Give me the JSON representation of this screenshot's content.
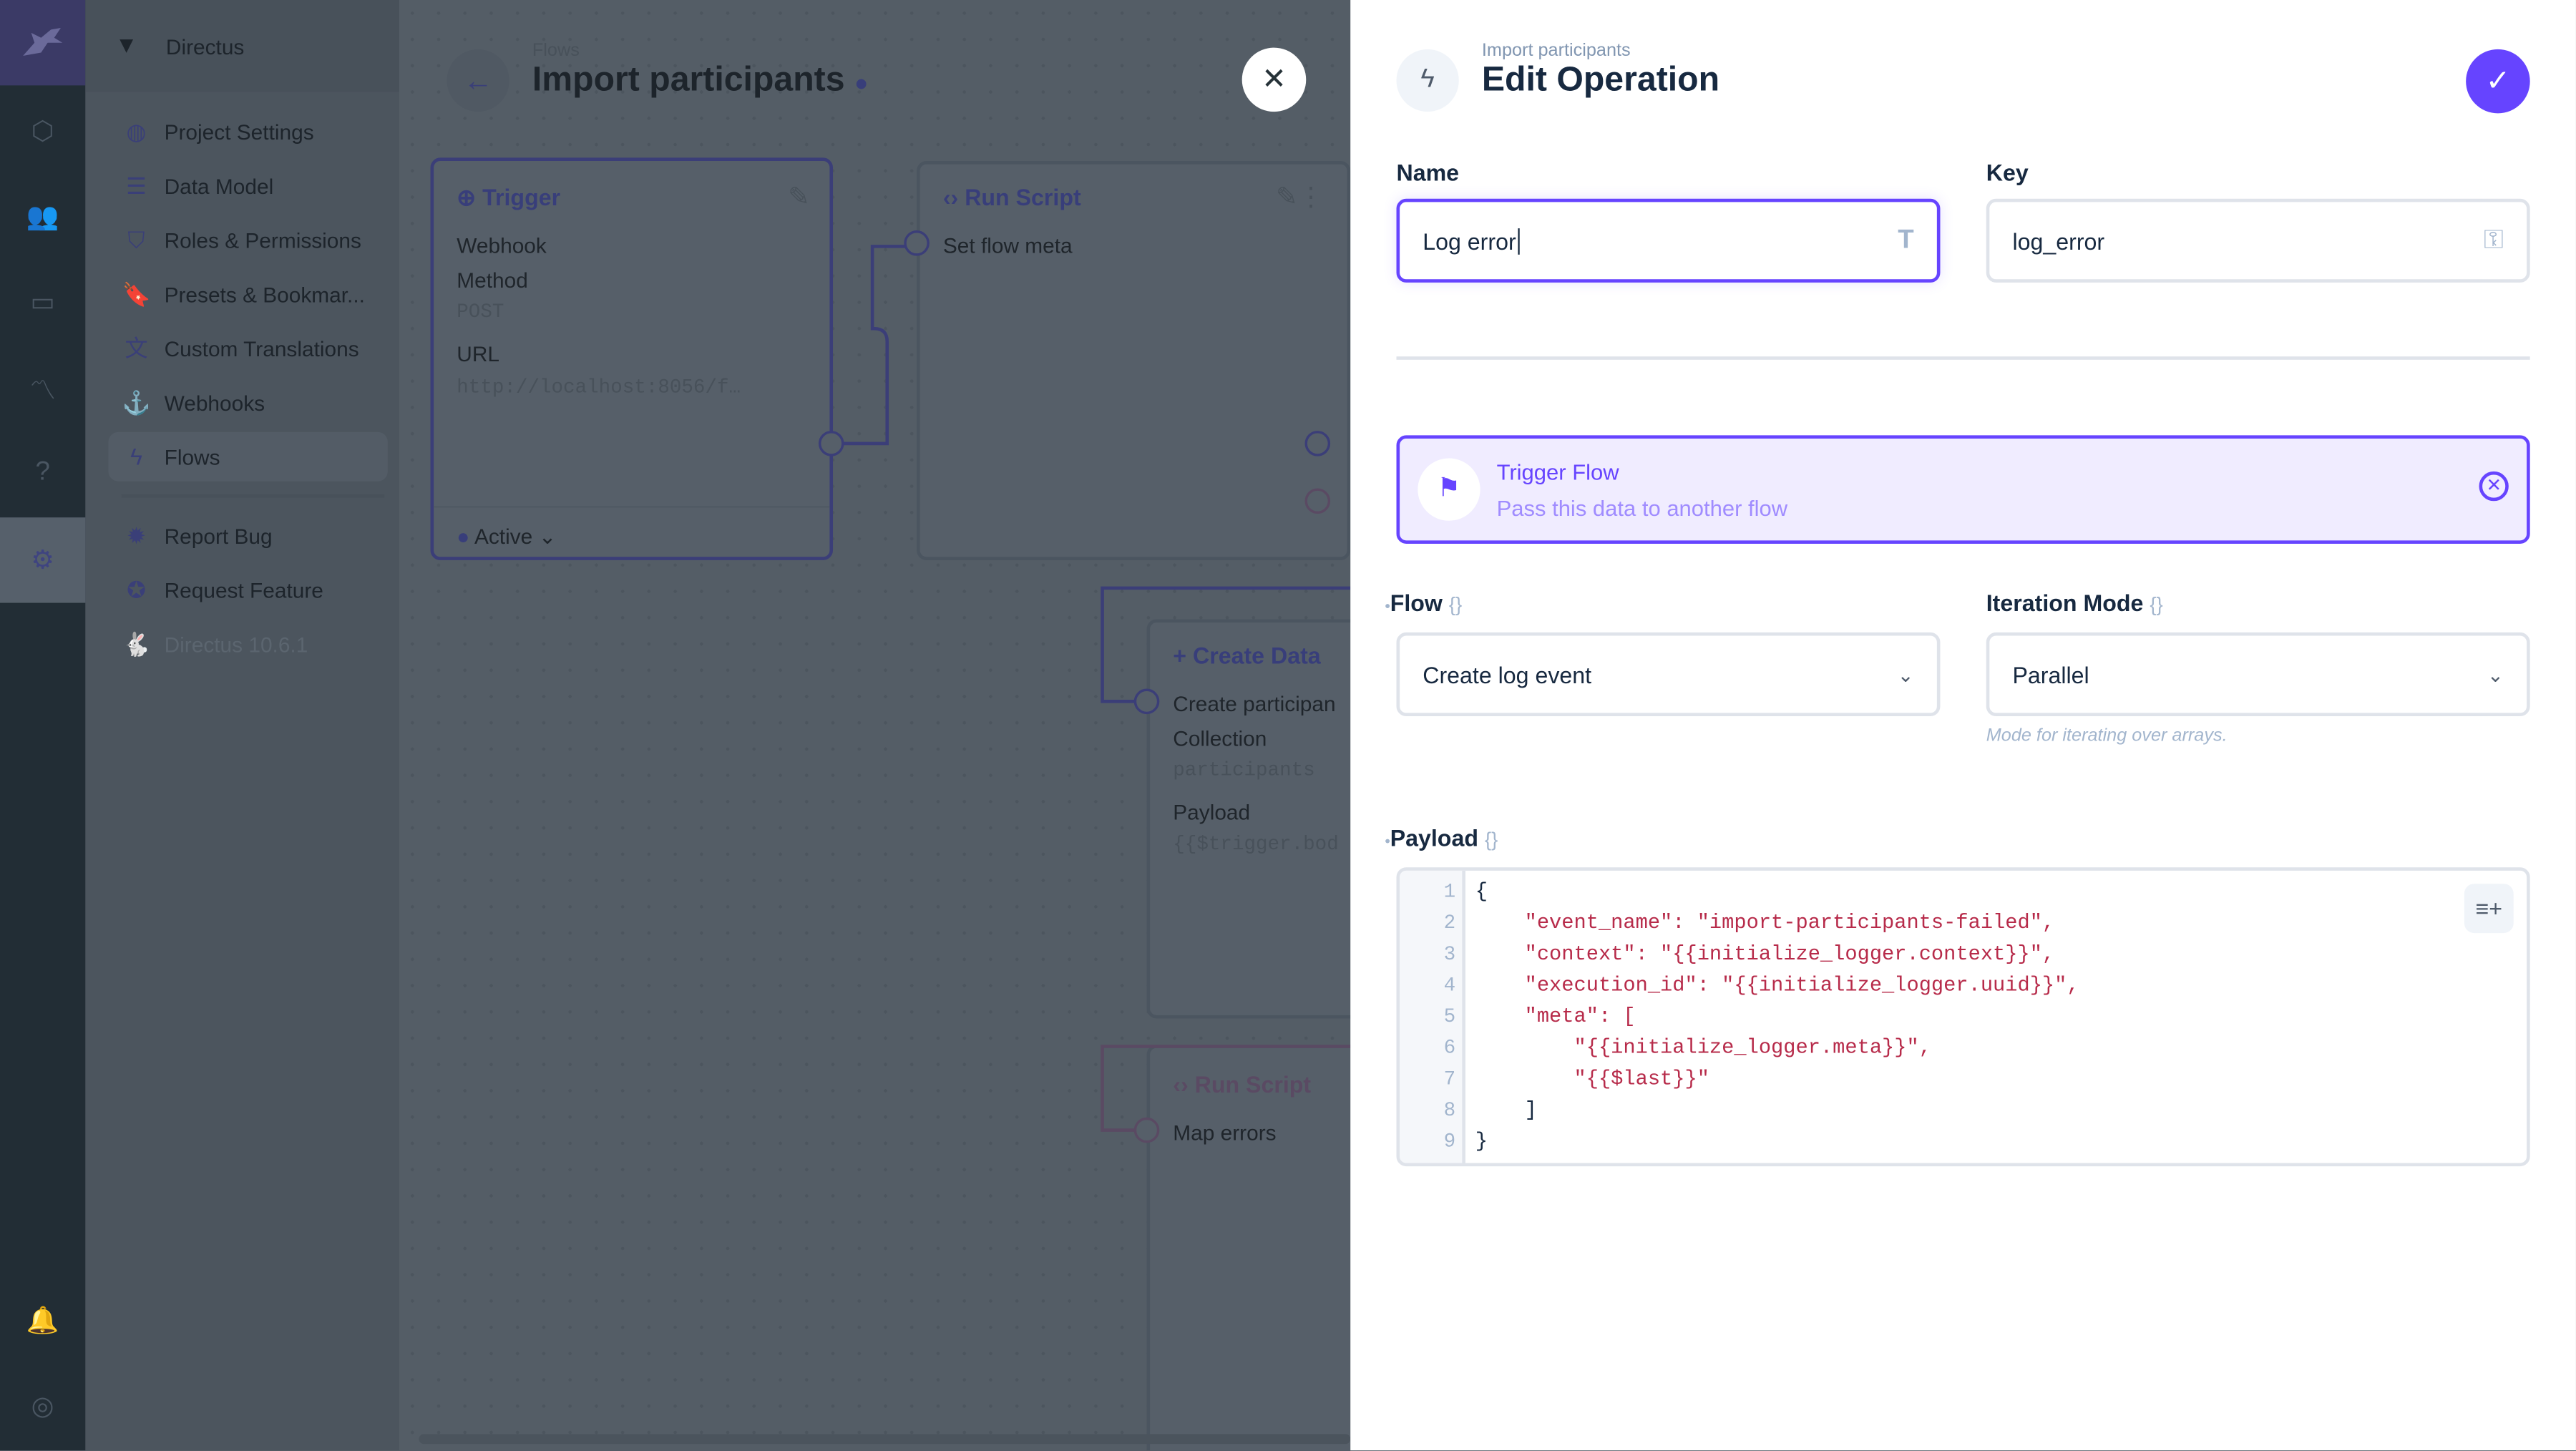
{
  "rail": {
    "icons": [
      "directus-logo",
      "content-icon",
      "users-icon",
      "files-icon",
      "insights-icon",
      "help-icon",
      "settings-icon",
      "notifications-icon",
      "user-icon"
    ]
  },
  "nav": {
    "project": "Directus",
    "items": [
      {
        "label": "Project Settings",
        "icon": "globe"
      },
      {
        "label": "Data Model",
        "icon": "list"
      },
      {
        "label": "Roles & Permissions",
        "icon": "shield"
      },
      {
        "label": "Presets & Bookmar...",
        "icon": "bookmark"
      },
      {
        "label": "Custom Translations",
        "icon": "translate"
      },
      {
        "label": "Webhooks",
        "icon": "anchor"
      },
      {
        "label": "Flows",
        "icon": "bolt",
        "active": true
      },
      {
        "label": "Report Bug",
        "icon": "bug"
      },
      {
        "label": "Request Feature",
        "icon": "verified"
      }
    ],
    "version": "Directus 10.6.1"
  },
  "flow": {
    "breadcrumb": "Flows",
    "title": "Import participants",
    "trigger": {
      "title": "Trigger",
      "type": "Webhook",
      "method_label": "Method",
      "method": "POST",
      "url_label": "URL",
      "url": "http://localhost:8056/f…",
      "status": "Active"
    },
    "run_script": {
      "title": "Run Script",
      "name": "Set flow meta"
    },
    "create_data": {
      "title": "Create Data",
      "name": "Create participan",
      "collection_label": "Collection",
      "collection": "participants",
      "payload_label": "Payload",
      "payload": "{{$trigger.bod"
    },
    "run_script_2": {
      "title": "Run Script",
      "name": "Map errors"
    }
  },
  "drawer": {
    "breadcrumb": "Import participants",
    "title": "Edit Operation",
    "name": {
      "label": "Name",
      "value": "Log error"
    },
    "key": {
      "label": "Key",
      "value": "log_error"
    },
    "operation": {
      "title": "Trigger Flow",
      "description": "Pass this data to another flow"
    },
    "flow_field": {
      "label": "Flow",
      "value": "Create log event"
    },
    "iteration": {
      "label": "Iteration Mode",
      "value": "Parallel",
      "hint": "Mode for iterating over arrays."
    },
    "payload": {
      "label": "Payload",
      "lines": [
        "{",
        "    \"event_name\": \"import-participants-failed\",",
        "    \"context\": \"{{initialize_logger.context}}\",",
        "    \"execution_id\": \"{{initialize_logger.uuid}}\",",
        "    \"meta\": [",
        "        \"{{initialize_logger.meta}}\",",
        "        \"{{$last}}\"",
        "    ]",
        "}"
      ]
    }
  },
  "colors": {
    "accent": "#6644ff",
    "accent_bg": "#f0ecff",
    "code_string": "#b72b4a"
  }
}
